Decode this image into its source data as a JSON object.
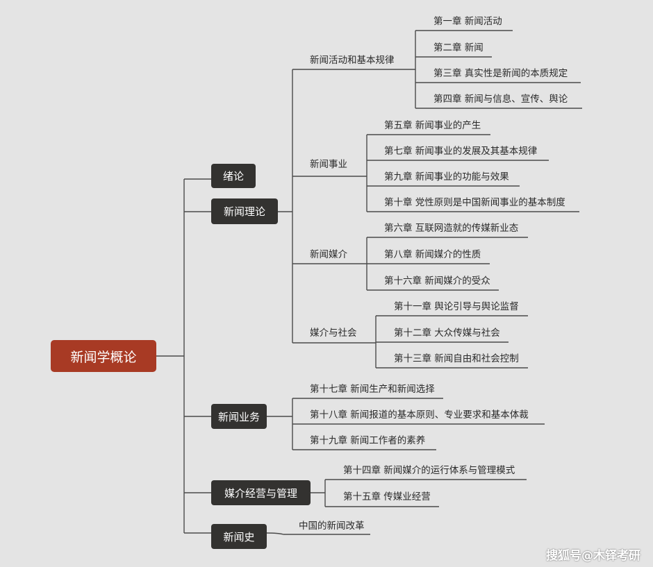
{
  "root": {
    "label": "新闻学概论"
  },
  "branches": {
    "xulun": {
      "label": "绪论"
    },
    "theory": {
      "label": "新闻理论",
      "groups": [
        {
          "label": "新闻活动和基本规律",
          "items": [
            "第一章 新闻活动",
            "第二章 新闻",
            "第三章 真实性是新闻的本质规定",
            "第四章 新闻与信息、宣传、舆论"
          ]
        },
        {
          "label": "新闻事业",
          "items": [
            "第五章 新闻事业的产生",
            "第七章 新闻事业的发展及其基本规律",
            "第九章 新闻事业的功能与效果",
            "第十章 党性原则是中国新闻事业的基本制度"
          ]
        },
        {
          "label": "新闻媒介",
          "items": [
            "第六章 互联网造就的传媒新业态",
            "第八章 新闻媒介的性质",
            "第十六章 新闻媒介的受众"
          ]
        },
        {
          "label": "媒介与社会",
          "items": [
            "第十一章 舆论引导与舆论监督",
            "第十二章 大众传媒与社会",
            "第十三章 新闻自由和社会控制"
          ]
        }
      ]
    },
    "practice": {
      "label": "新闻业务",
      "items": [
        "第十七章 新闻生产和新闻选择",
        "第十八章 新闻报道的基本原则、专业要求和基本体裁",
        "第十九章 新闻工作者的素养"
      ]
    },
    "management": {
      "label": "媒介经营与管理",
      "items": [
        "第十四章 新闻媒介的运行体系与管理模式",
        "第十五章 传媒业经营"
      ]
    },
    "history": {
      "label": "新闻史",
      "items": [
        "中国的新闻改革"
      ]
    }
  },
  "watermark": "搜狐号@木铎考研",
  "colors": {
    "root": "#a83a24",
    "main": "#333230",
    "line": "#4a4a4a",
    "background": "#e4e4e4"
  }
}
